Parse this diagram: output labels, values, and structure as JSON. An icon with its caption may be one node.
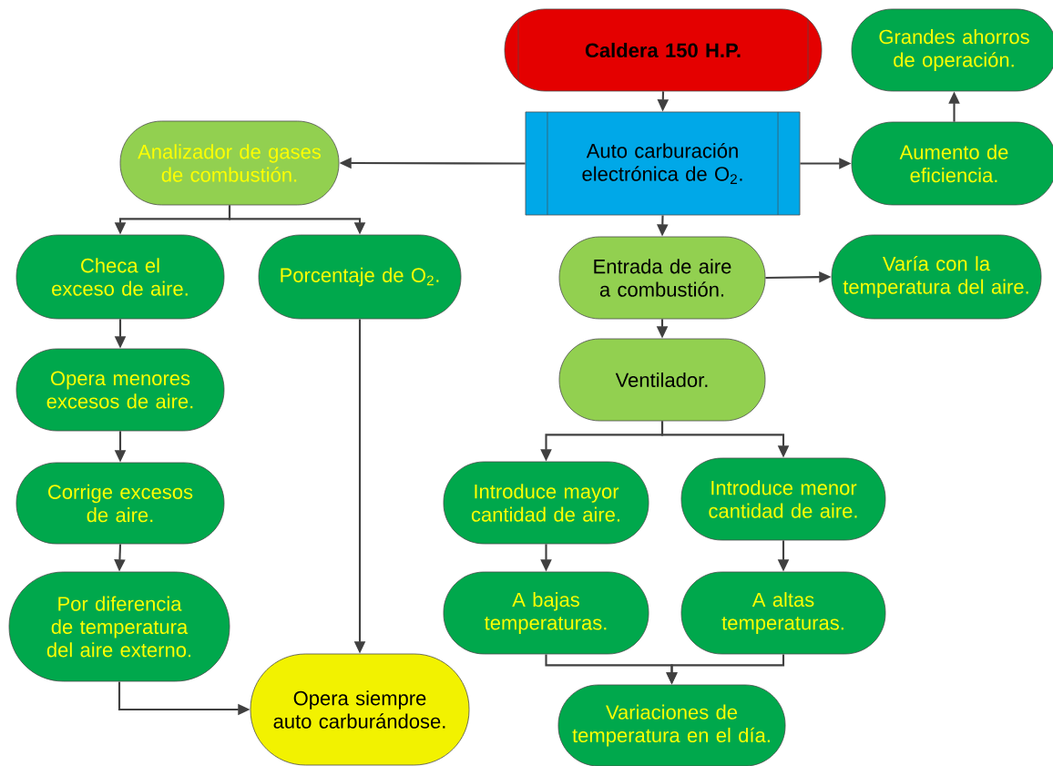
{
  "diagram": {
    "nodes": [
      {
        "text": [
          "Caldera 150 H.P."
        ]
      },
      {
        "text": [
          "Analizador de gases de combustión."
        ]
      },
      {
        "text": [
          "Auto carburación electrónica de O$_{2}$."
        ]
      },
      {
        "text": [
          "Grandes ahorros de operación."
        ]
      },
      {
        "text": [
          "Aumento de eficiencia."
        ]
      },
      {
        "text": [
          "Checa el exceso de aire."
        ]
      },
      {
        "text": [
          "Porcentaje de O$_{2}$."
        ]
      },
      {
        "text": [
          "Entrada de aire a combustión."
        ]
      },
      {
        "text": [
          "Varía con la temperatura del aire."
        ]
      },
      {
        "text": [
          "Opera menores excesos de aire."
        ]
      },
      {
        "text": [
          "Ventilador."
        ]
      },
      {
        "text": [
          "Corrige excesos de aire."
        ]
      },
      {
        "text": [
          "Introduce mayor cantidad de aire."
        ]
      },
      {
        "text": [
          "Introduce menor cantidad de aire."
        ]
      },
      {
        "text": [
          "Por diferencia de temperatura del aire externo."
        ]
      },
      {
        "text": [
          "A bajas temperaturas."
        ]
      },
      {
        "text": [
          "A altas temperaturas."
        ]
      },
      {
        "text": [
          "Opera siempre auto carburándose."
        ]
      },
      {
        "text": [
          "Variaciones de temperatura en el día."
        ]
      }
    ],
    "edges": [
      {
        "from": 0,
        "to": 2,
        "arrow": "to"
      },
      {
        "from": 2,
        "to": 1,
        "arrow": "to"
      },
      {
        "from": 2,
        "to": 4,
        "arrow": "to"
      },
      {
        "from": 4,
        "to": 3,
        "arrow": "to"
      },
      {
        "from": 1,
        "to": 5,
        "arrow": "to"
      },
      {
        "from": 1,
        "to": 6,
        "arrow": "to"
      },
      {
        "from": 2,
        "to": 7,
        "arrow": "to"
      },
      {
        "from": 7,
        "to": 8,
        "arrow": "to"
      },
      {
        "from": 7,
        "to": 10,
        "arrow": "to"
      },
      {
        "from": 5,
        "to": 9,
        "arrow": "to"
      },
      {
        "from": 9,
        "to": 11,
        "arrow": "to"
      },
      {
        "from": 11,
        "to": 14,
        "arrow": "to"
      },
      {
        "from": 14,
        "to": 17,
        "arrow": "to"
      },
      {
        "from": 6,
        "to": 17,
        "arrow": "to"
      },
      {
        "from": 10,
        "to": 12,
        "arrow": "to"
      },
      {
        "from": 10,
        "to": 13,
        "arrow": "to"
      },
      {
        "from": 12,
        "to": 15,
        "arrow": "to"
      },
      {
        "from": 13,
        "to": 16,
        "arrow": "to"
      },
      {
        "from": 15,
        "to": 18,
        "arrow": "to"
      },
      {
        "from": 16,
        "to": 18,
        "arrow": "to"
      }
    ]
  }
}
